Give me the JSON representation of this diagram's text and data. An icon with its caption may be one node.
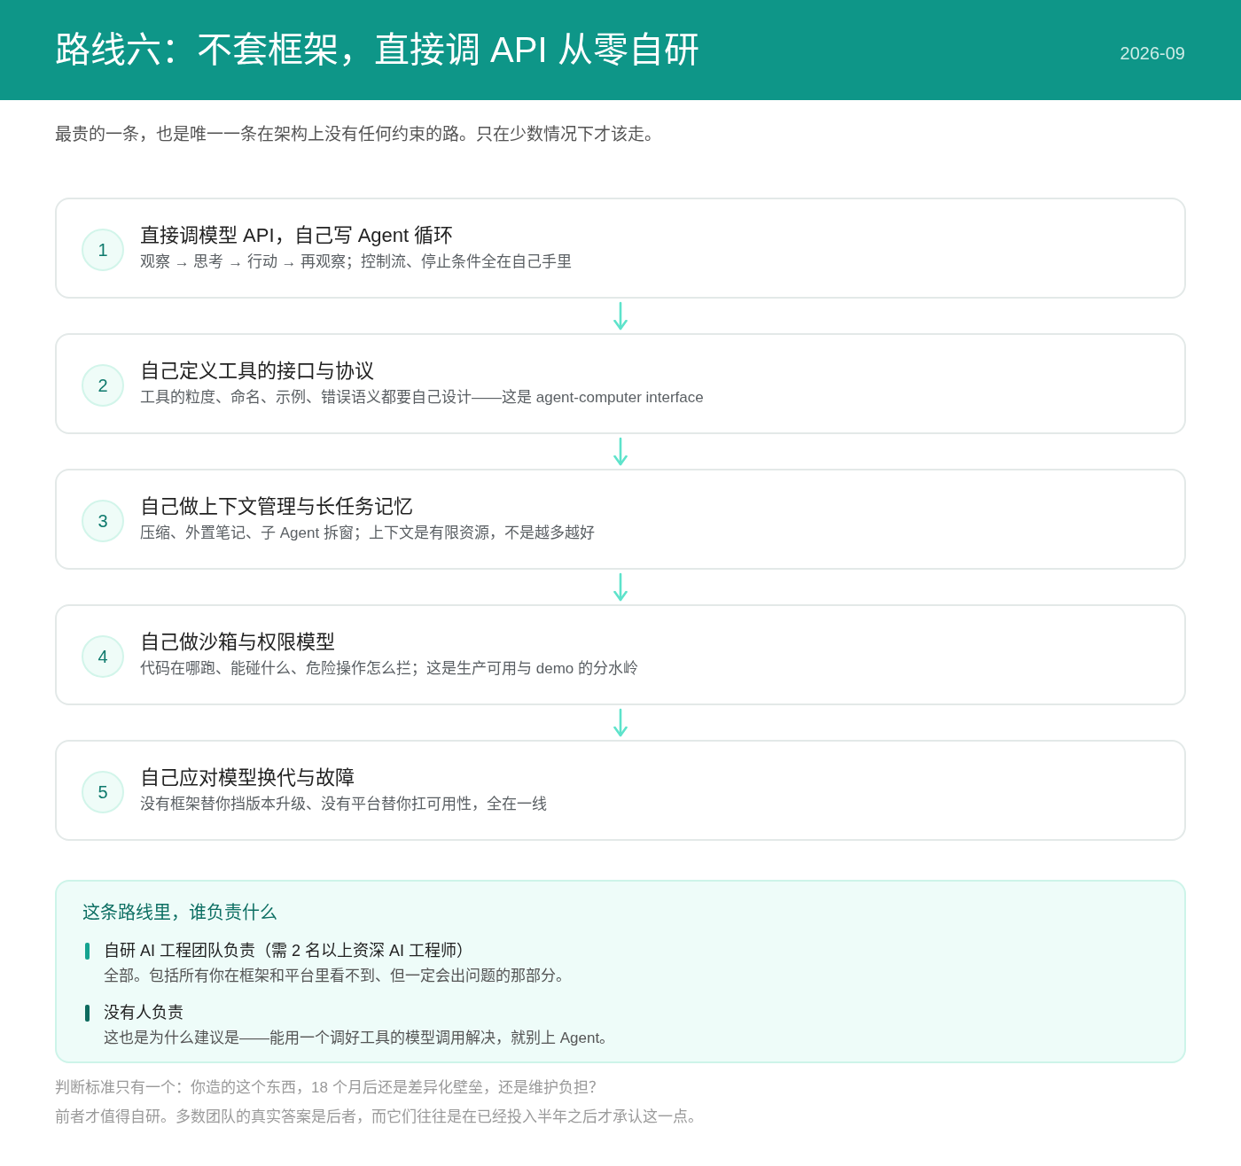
{
  "diagram": {
    "title": "路线六：不套框架，直接调 API 从零自研",
    "nodes": [
      {
        "text": [
          "直接调模型 API，自己写 Agent 循环",
          "观察 → 思考 → 行动 → 再观察；控制流、停止条件全在自己手里"
        ]
      },
      {
        "text": [
          "1"
        ],
        "in": 0
      },
      {
        "text": [
          "自己定义工具的接口与协议",
          "工具的粒度、命名、示例、错误语义都要自己设计——这是 agent-computer interface"
        ]
      },
      {
        "text": [
          "2"
        ],
        "in": 2
      },
      {
        "text": [
          "自己做上下文管理与长任务记忆",
          "压缩、外置笔记、子 Agent 拆窗；上下文是有限资源，不是越多越好"
        ]
      },
      {
        "text": [
          "3"
        ],
        "in": 4
      },
      {
        "text": [
          "自己做沙箱与权限模型",
          "代码在哪跑、能碰什么、危险操作怎么拦；这是生产可用与 demo 的分水岭"
        ]
      },
      {
        "text": [
          "4"
        ],
        "in": 6
      },
      {
        "text": [
          "自己应对模型换代与故障",
          "没有框架替你挡版本升级、没有平台替你扛可用性，全在一线"
        ]
      },
      {
        "text": [
          "5"
        ],
        "in": 8
      },
      {
        "text": [
          "这条路线里，谁负责什么",
          "自研 AI 工程团队负责（需 2 名以上资深 AI 工程师）",
          "全部。包括所有你在框架和平台里看不到、但一定会出问题的那部分。",
          "没有人负责",
          "这也是为什么建议是——能用一个调好工具的模型调用解决，就别上 Agent。"
        ]
      }
    ],
    "edges": [
      {
        "from": 0,
        "to": 2,
        "arrow": "to"
      },
      {
        "from": 2,
        "to": 4,
        "arrow": "to"
      },
      {
        "from": 4,
        "to": 6,
        "arrow": "to"
      },
      {
        "from": 6,
        "to": 8,
        "arrow": "to"
      }
    ],
    "labels": [
      "2026-09",
      "最贵的一条，也是唯一一条在架构上没有任何约束的路。只在少数情况下才该走。",
      "判断标准只有一个：你造的这个东西，18 个月后还是差异化壁垒，还是维护负担？",
      "前者才值得自研。多数团队的真实答案是后者，而它们往往是在已经投入半年之后才承认这一点。"
    ]
  }
}
